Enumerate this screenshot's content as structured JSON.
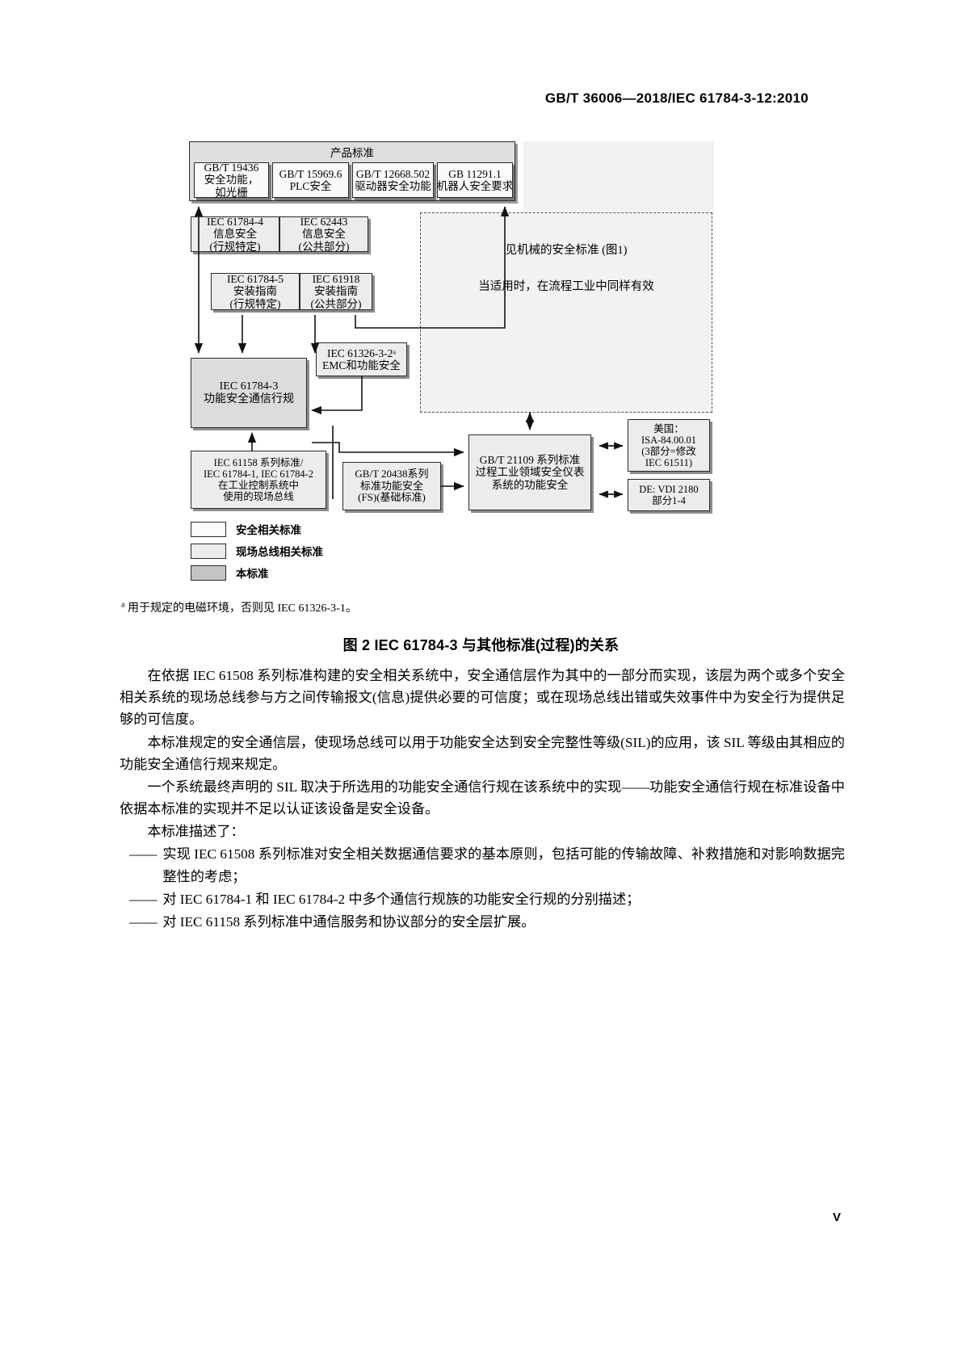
{
  "header": {
    "standard_ref": "GB/T 36006—2018/IEC 61784-3-12:2010"
  },
  "figure": {
    "product_standards": {
      "title": "产品标准",
      "boxes": [
        {
          "line1": "GB/T 19436",
          "line2": "安全功能，",
          "line3": "如光栅"
        },
        {
          "line1": "GB/T 15969.6",
          "line2": "PLC安全",
          "line3": ""
        },
        {
          "line1": "GB/T 12668.502",
          "line2": "驱动器安全功能",
          "line3": ""
        },
        {
          "line1": "GB 11291.1",
          "line2": "机器人安全要求",
          "line3": ""
        }
      ]
    },
    "security_row": [
      {
        "line1": "IEC 61784-4",
        "line2": "信息安全",
        "line3": "(行规特定)"
      },
      {
        "line1": "IEC 62443",
        "line2": "信息安全",
        "line3": "(公共部分)"
      }
    ],
    "install_row": [
      {
        "line1": "IEC 61784-5",
        "line2": "安装指南",
        "line3": "(行规特定)"
      },
      {
        "line1": "IEC 61918",
        "line2": "安装指南",
        "line3": "(公共部分)"
      }
    ],
    "emc_box": {
      "line1": "IEC 61326-3-2ᵃ",
      "line2": "EMC和功能安全"
    },
    "core_box": {
      "line1": "IEC 61784-3",
      "line2": "功能安全通信行规"
    },
    "fieldbus_box": {
      "line1": "IEC 61158 系列标准/",
      "line2": "IEC 61784-1, IEC 61784-2",
      "line3": "在工业控制系统中",
      "line4": "使用的现场总线"
    },
    "fs_box": {
      "line1": "GB/T 20438系列",
      "line2": "标准功能安全",
      "line3": "(FS)(基础标准)"
    },
    "sis_box": {
      "line1": "GB/T 21109 系列标准",
      "line2": "过程工业领域安全仪表",
      "line3": "系统的功能安全"
    },
    "usa_box": {
      "line1": "美国：",
      "line2": "ISA-84.00.01",
      "line3": "(3部分=修改",
      "line4": "IEC 61511)"
    },
    "de_box": {
      "line1": "DE: VDI 2180",
      "line2": "部分1-4"
    },
    "mechanical_region": {
      "line1": "见机械的安全标准",
      "line2": "(图1)",
      "line3": "当适用时，在流程工业中同样有效"
    },
    "legend": [
      {
        "label": "安全相关标准",
        "fill": "#fafafa"
      },
      {
        "label": "现场总线相关标准",
        "fill": "#ececec"
      },
      {
        "label": "本标准",
        "fill": "#c4c4c4"
      }
    ]
  },
  "footnote": {
    "marker": "a",
    "text": "用于规定的电磁环境，否则见 IEC 61326-3-1。"
  },
  "figure_caption": "图 2    IEC 61784-3 与其他标准(过程)的关系",
  "body": {
    "paragraphs": [
      {
        "type": "indent",
        "text": "在依据 IEC 61508 系列标准构建的安全相关系统中，安全通信层作为其中的一部分而实现，该层为两个或多个安全相关系统的现场总线参与方之间传输报文(信息)提供必要的可信度；或在现场总线出错或失效事件中为安全行为提供足够的可信度。"
      },
      {
        "type": "indent",
        "text": "本标准规定的安全通信层，使现场总线可以用于功能安全达到安全完整性等级(SIL)的应用，该 SIL 等级由其相应的功能安全通信行规来规定。"
      },
      {
        "type": "indent",
        "text": "一个系统最终声明的 SIL 取决于所选用的功能安全通信行规在该系统中的实现——功能安全通信行规在标准设备中依据本标准的实现并不足以认证该设备是安全设备。"
      },
      {
        "type": "indent",
        "text": "本标准描述了："
      },
      {
        "type": "dash",
        "mark": "——",
        "text": "实现 IEC 61508 系列标准对安全相关数据通信要求的基本原则，包括可能的传输故障、补救措施和对影响数据完整性的考虑；"
      },
      {
        "type": "dash",
        "mark": "——",
        "text": "对 IEC 61784-1 和 IEC 61784-2 中多个通信行规族的功能安全行规的分别描述；"
      },
      {
        "type": "dash",
        "mark": "——",
        "text": "对 IEC 61158 系列标准中通信服务和协议部分的安全层扩展。"
      }
    ]
  },
  "page_number": "V"
}
